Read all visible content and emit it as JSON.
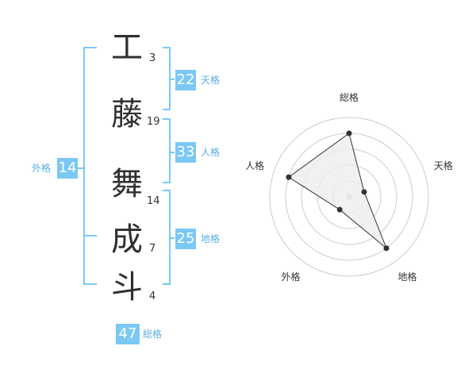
{
  "name_chars": [
    {
      "char": "工",
      "strokes": "3"
    },
    {
      "char": "藤",
      "strokes": "19"
    },
    {
      "char": "舞",
      "strokes": "14"
    },
    {
      "char": "成",
      "strokes": "7"
    },
    {
      "char": "斗",
      "strokes": "4"
    }
  ],
  "fortunes": {
    "tenkaku": {
      "value": "22",
      "label": "天格"
    },
    "jinkaku": {
      "value": "33",
      "label": "人格"
    },
    "chikaku": {
      "value": "25",
      "label": "地格"
    },
    "gaikaku": {
      "value": "14",
      "label": "外格"
    },
    "soukaku": {
      "value": "47",
      "label": "総格"
    }
  },
  "radar": {
    "axes": [
      "総格",
      "天格",
      "地格",
      "外格",
      "人格"
    ],
    "levels": 5,
    "values": [
      4,
      1,
      4,
      1,
      4
    ]
  },
  "colors": {
    "accent": "#7cc8f5",
    "bracket": "#7cc8f5",
    "label": "#5aaee0",
    "grid": "#cccccc",
    "polygon_fill": "#eeeeee",
    "polygon_stroke": "#333333"
  }
}
